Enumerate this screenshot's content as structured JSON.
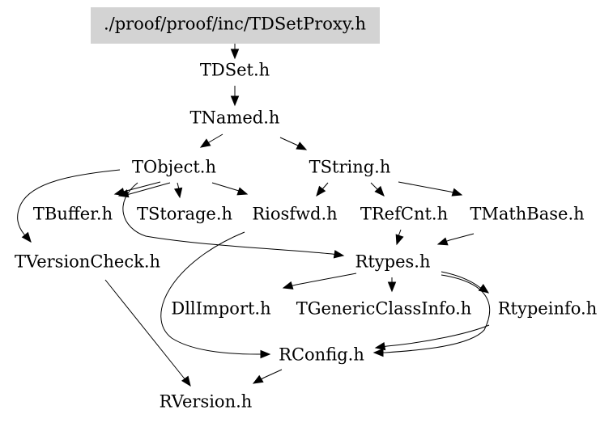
{
  "diagram": {
    "root": "./proof/proof/inc/TDSetProxy.h",
    "nodes": [
      {
        "id": "tdsetproxy",
        "label": "./proof/proof/inc/TDSetProxy.h",
        "highlighted": true
      },
      {
        "id": "tdset",
        "label": "TDSet.h"
      },
      {
        "id": "tnamed",
        "label": "TNamed.h"
      },
      {
        "id": "tobject",
        "label": "TObject.h"
      },
      {
        "id": "tstring",
        "label": "TString.h"
      },
      {
        "id": "tbuffer",
        "label": "TBuffer.h"
      },
      {
        "id": "tstorage",
        "label": "TStorage.h"
      },
      {
        "id": "riosfwd",
        "label": "Riosfwd.h"
      },
      {
        "id": "trefcnt",
        "label": "TRefCnt.h"
      },
      {
        "id": "tmathbase",
        "label": "TMathBase.h"
      },
      {
        "id": "tversioncheck",
        "label": "TVersionCheck.h"
      },
      {
        "id": "rtypes",
        "label": "Rtypes.h"
      },
      {
        "id": "dllimport",
        "label": "DllImport.h"
      },
      {
        "id": "tgenericclassinfo",
        "label": "TGenericClassInfo.h"
      },
      {
        "id": "rtypeinfo",
        "label": "Rtypeinfo.h"
      },
      {
        "id": "rconfig",
        "label": "RConfig.h"
      },
      {
        "id": "rversion",
        "label": "RVersion.h"
      }
    ],
    "edges": [
      {
        "from": "tdsetproxy",
        "to": "tdset"
      },
      {
        "from": "tdset",
        "to": "tnamed"
      },
      {
        "from": "tnamed",
        "to": "tobject"
      },
      {
        "from": "tnamed",
        "to": "tstring"
      },
      {
        "from": "tobject",
        "to": "tbuffer"
      },
      {
        "from": "tobject",
        "to": "tbuffer"
      },
      {
        "from": "tobject",
        "to": "tstorage"
      },
      {
        "from": "tobject",
        "to": "riosfwd"
      },
      {
        "from": "tobject",
        "to": "tversioncheck"
      },
      {
        "from": "tobject",
        "to": "rtypes"
      },
      {
        "from": "tstring",
        "to": "riosfwd"
      },
      {
        "from": "tstring",
        "to": "trefcnt"
      },
      {
        "from": "tstring",
        "to": "tmathbase"
      },
      {
        "from": "trefcnt",
        "to": "rtypes"
      },
      {
        "from": "tmathbase",
        "to": "rtypes"
      },
      {
        "from": "riosfwd",
        "to": "rconfig"
      },
      {
        "from": "rtypes",
        "to": "dllimport"
      },
      {
        "from": "rtypes",
        "to": "tgenericclassinfo"
      },
      {
        "from": "rtypes",
        "to": "rtypeinfo"
      },
      {
        "from": "rtypes",
        "to": "rconfig"
      },
      {
        "from": "rtypeinfo",
        "to": "rconfig"
      },
      {
        "from": "rconfig",
        "to": "rversion"
      },
      {
        "from": "tversioncheck",
        "to": "rversion"
      }
    ]
  }
}
